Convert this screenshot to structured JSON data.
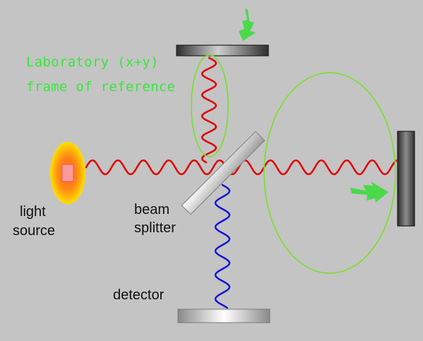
{
  "labels": {
    "frame_line1": "Laboratory (x+y)",
    "frame_line2": "frame of reference",
    "light_line1": "light",
    "light_line2": "source",
    "splitter_line1": "beam",
    "splitter_line2": "splitter",
    "detector": "detector"
  },
  "colors": {
    "background": "#c4c4c4",
    "light_wave": "#e00000",
    "detector_wave": "#1515d8",
    "frame_outline": "#7fdc3a",
    "motion_arrow": "#3ddc3d",
    "label_green": "#35e83a"
  },
  "icons": {
    "motion_arrows": "green-motion-arrow-icon",
    "light_source": "glowing-light-source-icon"
  }
}
